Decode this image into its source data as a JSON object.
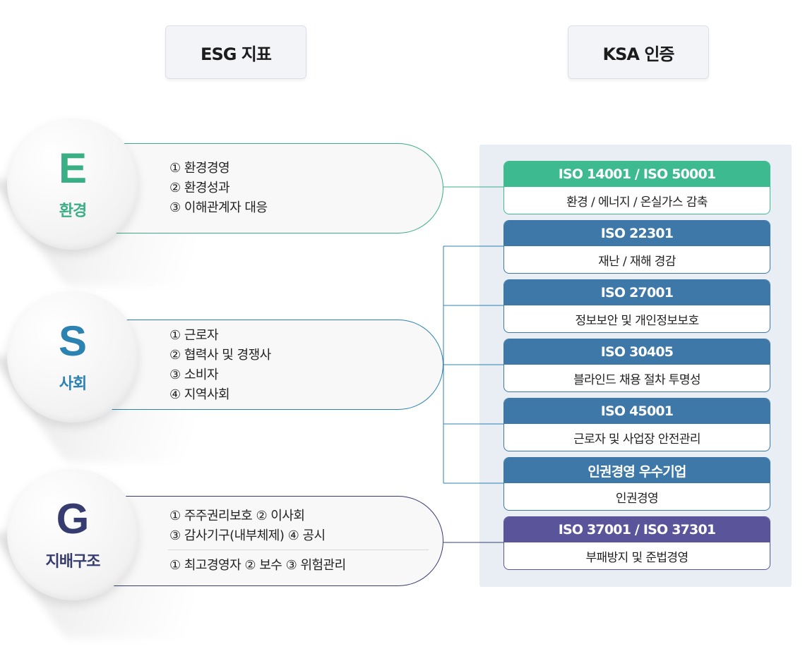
{
  "headers": {
    "esg": "ESG 지표",
    "ksa": "KSA 인증"
  },
  "esg": [
    {
      "letter": "E",
      "word": "환경",
      "color": "#3aaf86",
      "items": [
        "① 환경경영",
        "② 환경성과",
        "③ 이해관계자 대응"
      ],
      "extra_items": []
    },
    {
      "letter": "S",
      "word": "사회",
      "color": "#2c82b1",
      "items": [
        "① 근로자",
        "② 협력사 및 경쟁사",
        "③ 소비자",
        "④ 지역사회"
      ],
      "extra_items": []
    },
    {
      "letter": "G",
      "word": "지배구조",
      "color": "#363c6f",
      "items": [
        "① 주주권리보호  ② 이사회",
        "③ 감사기구(내부체제)  ④ 공시"
      ],
      "extra_items": [
        "① 최고경영자  ② 보수  ③ 위험관리"
      ]
    }
  ],
  "ksa": [
    {
      "title": "ISO 14001 / ISO 50001",
      "desc": "환경 / 에너지 / 온실가스 감축",
      "color": "#3dba8f"
    },
    {
      "title": "ISO 22301",
      "desc": "재난 / 재해 경감",
      "color": "#3d78a8"
    },
    {
      "title": "ISO 27001",
      "desc": "정보보안 및 개인정보보호",
      "color": "#3d78a8"
    },
    {
      "title": "ISO 30405",
      "desc": "블라인드 채용 절차 투명성",
      "color": "#3d78a8"
    },
    {
      "title": "ISO 45001",
      "desc": "근로자 및 사업장 안전관리",
      "color": "#3d78a8"
    },
    {
      "title": "인권경영 우수기업",
      "desc": "인권경영",
      "color": "#3d78a8"
    },
    {
      "title": "ISO 37001 / ISO 37301",
      "desc": "부패방지 및 준법경영",
      "color": "#5a559a"
    }
  ]
}
